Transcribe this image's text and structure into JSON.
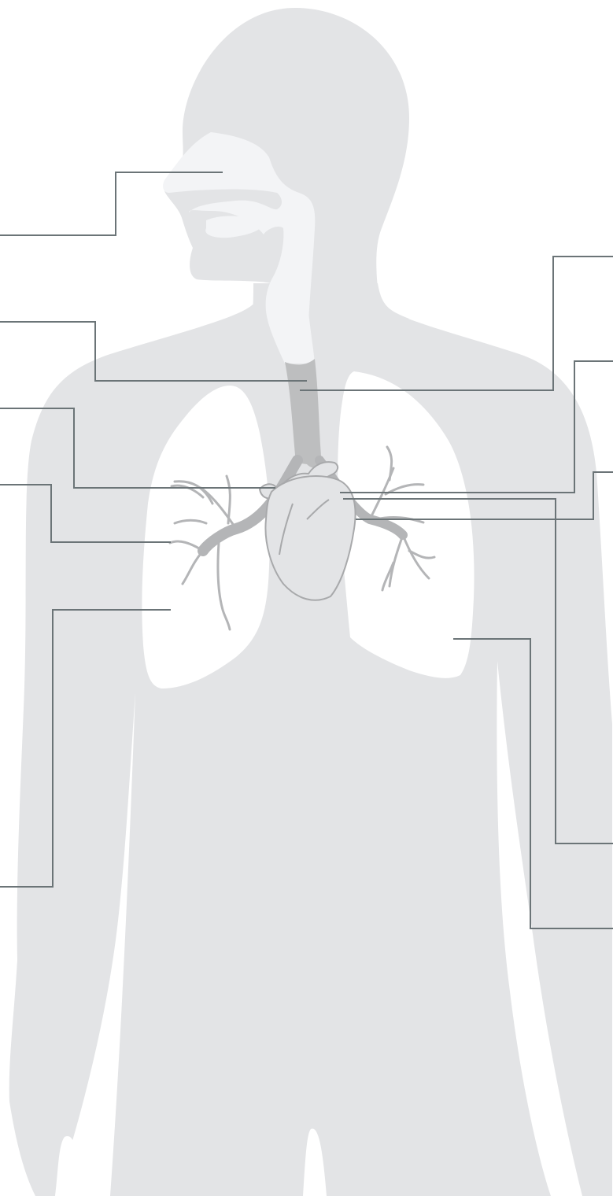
{
  "diagram": {
    "colors": {
      "background": "#ffffff",
      "body": "#e3e4e6",
      "airway": "#f3f4f6",
      "lung": "#ffffff",
      "trachea": "#bdbebf",
      "vessel": "#b4b5b7",
      "heart_fill": "#e3e4e6",
      "heart_outline": "#a8a9ab",
      "leader": "#6b7477"
    },
    "icons": [
      "human-body-silhouette",
      "nasal-cavity-shape",
      "trachea-shape",
      "left-lung-shape",
      "right-lung-shape",
      "heart-icon",
      "bronchial-tree-shape"
    ],
    "leader_line_count": 10
  }
}
